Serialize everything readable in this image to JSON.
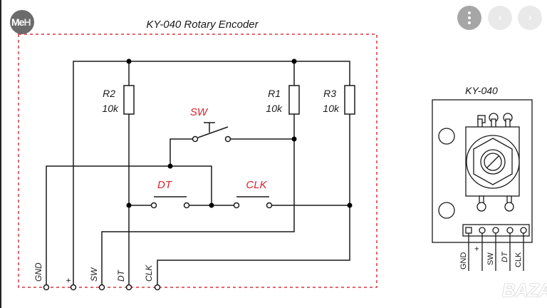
{
  "viewer": {
    "logo_text": "Me",
    "logo_ghost_text": "H",
    "more_button_icon": "more-vertical-icon",
    "prev_button_icon": "chevron-left-icon",
    "next_button_icon": "chevron-right-icon",
    "prev_glyph": "‹",
    "next_glyph": "›",
    "watermark": "BAZAR"
  },
  "schematic": {
    "title": "KY-040 Rotary Encoder",
    "colors": {
      "border": "#d9363e",
      "wire": "#1a1a1a",
      "label_red": "#d9232d"
    },
    "resistors": [
      {
        "name": "R2",
        "value": "10k"
      },
      {
        "name": "R1",
        "value": "10k"
      },
      {
        "name": "R3",
        "value": "10k"
      }
    ],
    "switches": [
      {
        "name": "SW",
        "type": "push-button"
      },
      {
        "name": "DT",
        "type": "contact"
      },
      {
        "name": "CLK",
        "type": "contact"
      }
    ],
    "pins": [
      "GND",
      "+",
      "SW",
      "DT",
      "CLK"
    ]
  },
  "module": {
    "title": "KY-040",
    "pins": [
      "GND",
      "+",
      "SW",
      "DT",
      "CLK"
    ]
  }
}
